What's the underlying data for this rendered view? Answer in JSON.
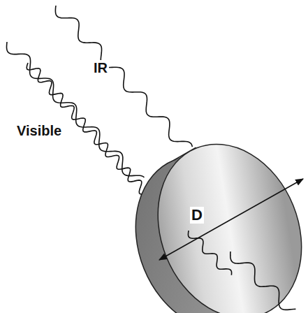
{
  "diagram": {
    "labels": [
      "IR",
      "Visible",
      "D"
    ]
  }
}
